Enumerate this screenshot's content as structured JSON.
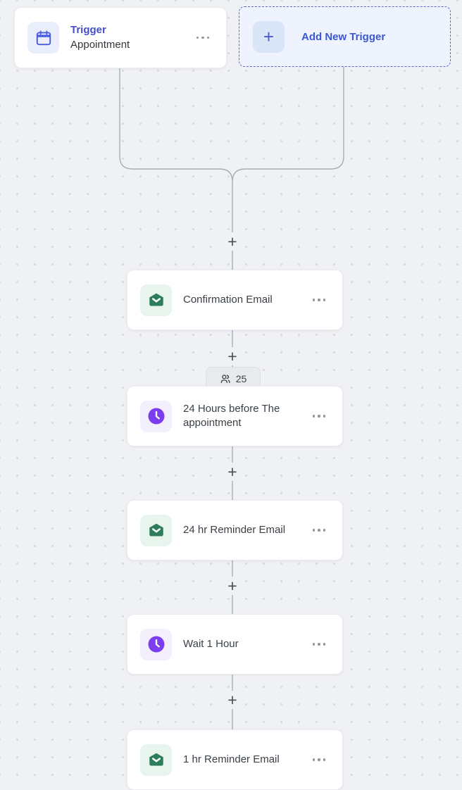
{
  "canvas": {
    "background": "#f0f1f4",
    "dot_color": "#d8dade",
    "line_color": "#a7adb6"
  },
  "trigger_card": {
    "label": "Trigger",
    "name": "Appointment",
    "icon": "calendar-icon",
    "icon_color": "#4b5be0",
    "icon_bg": "#eaeefb"
  },
  "add_trigger": {
    "label": "Add New Trigger",
    "icon": "plus-icon",
    "plus_glyph": "+",
    "accent": "#3a57d3",
    "border": "#5b67d4",
    "bg": "#eef3fd"
  },
  "nodes": [
    {
      "title": "Confirmation Email",
      "icon": "email-icon",
      "icon_color": "#2e7d5a",
      "icon_bg": "#e7f5ee"
    },
    {
      "title": "24 Hours before The appointment",
      "icon": "clock-icon",
      "icon_color": "#7b3ded",
      "icon_bg": "#f4effd",
      "badge": {
        "count": "25",
        "icon": "contacts-icon"
      }
    },
    {
      "title": "24 hr Reminder Email",
      "icon": "email-icon",
      "icon_color": "#2e7d5a",
      "icon_bg": "#e7f5ee"
    },
    {
      "title": "Wait 1 Hour",
      "icon": "clock-icon",
      "icon_color": "#7b3ded",
      "icon_bg": "#f4effd"
    },
    {
      "title": "1 hr Reminder Email",
      "icon": "email-icon",
      "icon_color": "#2e7d5a",
      "icon_bg": "#e7f5ee"
    }
  ],
  "connectors": {
    "plus_label": "+",
    "menu_icon": "more-options-icon"
  }
}
